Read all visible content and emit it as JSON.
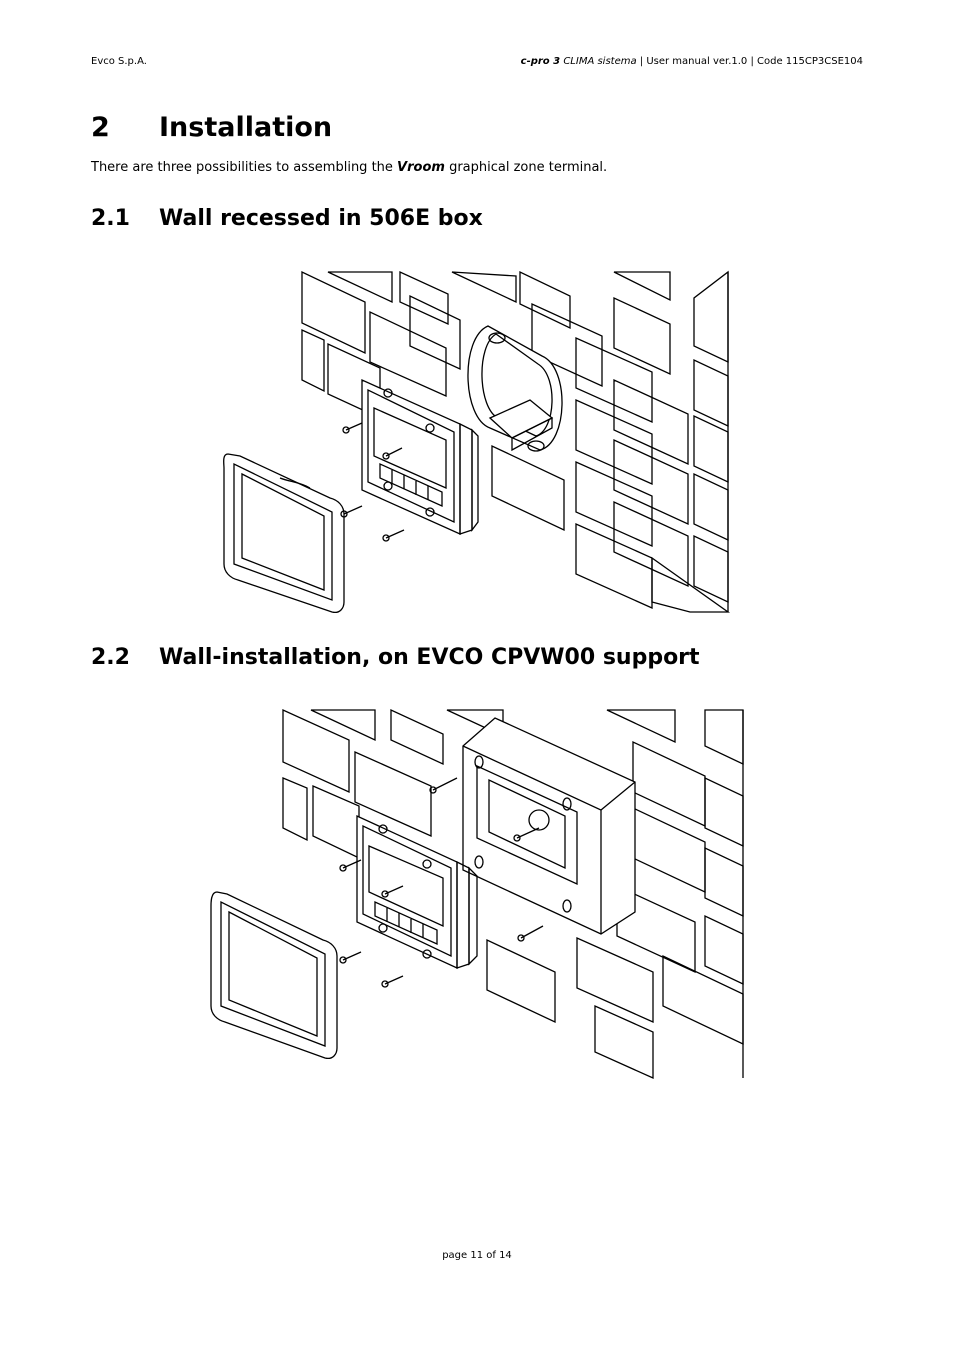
{
  "header": {
    "company": "Evco S.p.A.",
    "product_bold": "c-pro 3",
    "product_italic": "CLIMA sistema",
    "rest": " | User manual ver.1.0 | Code 115CP3CSE104"
  },
  "section": {
    "number": "2",
    "title": "Installation"
  },
  "intro": {
    "before": "There are three possibilities to assembling the ",
    "emphasis": "Vroom",
    "after": " graphical zone terminal."
  },
  "subsections": [
    {
      "number": "2.1",
      "title": "Wall recessed in 506E box"
    },
    {
      "number": "2.2",
      "title": "Wall-installation, on EVCO CPVW00 support"
    }
  ],
  "footer": {
    "page": "page 11 of 14"
  }
}
